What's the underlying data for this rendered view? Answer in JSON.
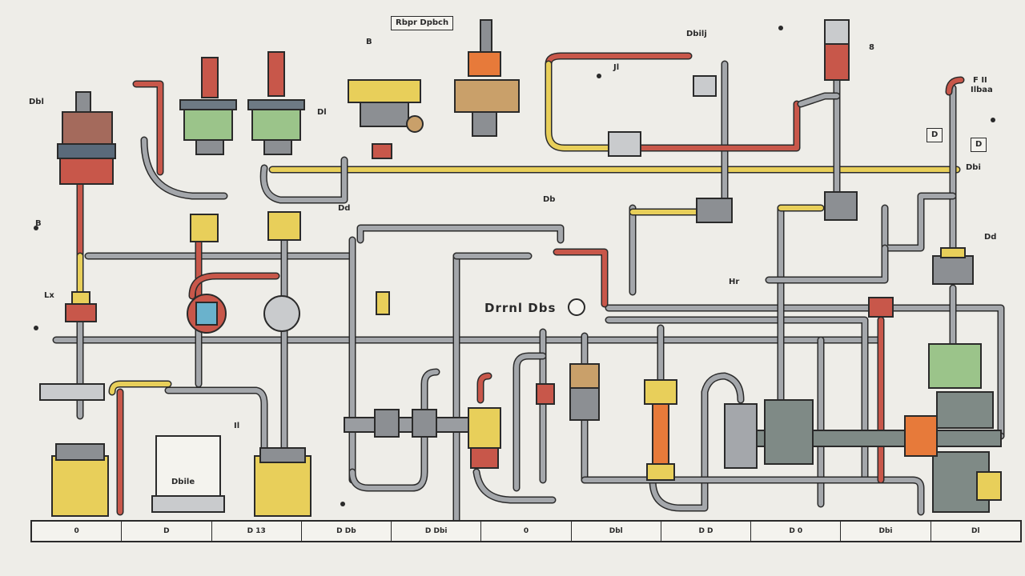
{
  "labels": {
    "top_box": "Rbpr Dpbch",
    "top_mid": "Dbilj",
    "top_right": "8",
    "left_top": "Dbl",
    "left_side": "B",
    "left_mid": "Lx",
    "right_top_a": "F II",
    "right_top_b": "Ilbaa",
    "right_mid_a": "D",
    "right_mid_b": "D",
    "right_lower_a": "Dbi",
    "right_lower_b": "Dd",
    "center_big": "Drrnl Dbs",
    "center_side": "Hr",
    "cabinet": "Dbile",
    "small_a": "Jl",
    "small_b": "Dl",
    "small_c": "Dd",
    "small_d": "B",
    "small_e": "Db",
    "small_f": "Il"
  },
  "footer": [
    "0",
    "D",
    "D   13",
    "D Db",
    "D   Dbi",
    "0",
    "Dbl",
    "D   D",
    "D   0",
    "Dbi",
    "Dl"
  ],
  "colors": {
    "pipe_gray": "#8c8f93",
    "pipe_red": "#c8574a",
    "pipe_yellow": "#e8cf5a",
    "valve_green": "#9bc48a",
    "valve_orange": "#e77a3a",
    "outline": "#2a2a2a"
  }
}
